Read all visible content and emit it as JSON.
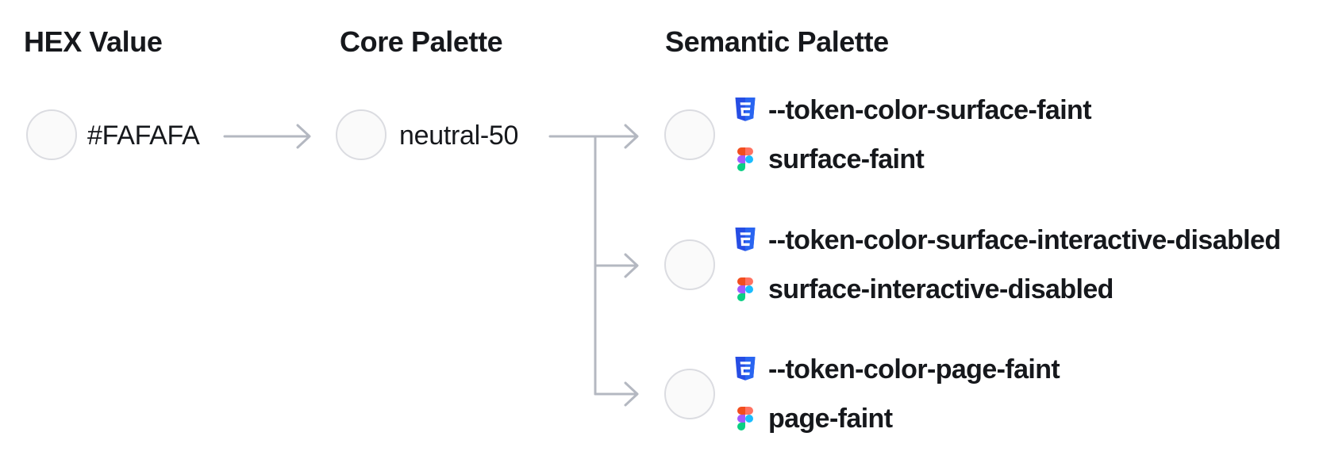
{
  "columns": {
    "hex": {
      "heading": "HEX Value",
      "value": "#FAFAFA"
    },
    "core": {
      "heading": "Core Palette",
      "value": "neutral-50"
    },
    "semantic": {
      "heading": "Semantic Palette"
    }
  },
  "tokens": [
    {
      "css_variable": "--token-color-surface-faint",
      "figma_style": "surface-faint"
    },
    {
      "css_variable": "--token-color-surface-interactive-disabled",
      "figma_style": "surface-interactive-disabled"
    },
    {
      "css_variable": "--token-color-page-faint",
      "figma_style": "page-faint"
    }
  ],
  "icons": {
    "css": "css3-shield-icon",
    "figma": "figma-logo-icon"
  },
  "colors": {
    "text": "#16181c",
    "swatch-fill": "#FAFAFA",
    "swatch-border": "#dbdce1",
    "connector": "#b4b8c1",
    "css-blue-dark": "#264de4",
    "css-blue-light": "#2965f1",
    "figma-orange": "#f24e1e",
    "figma-salmon": "#ff7262",
    "figma-purple": "#a259ff",
    "figma-blue": "#1abcfe",
    "figma-green": "#0acf83"
  }
}
